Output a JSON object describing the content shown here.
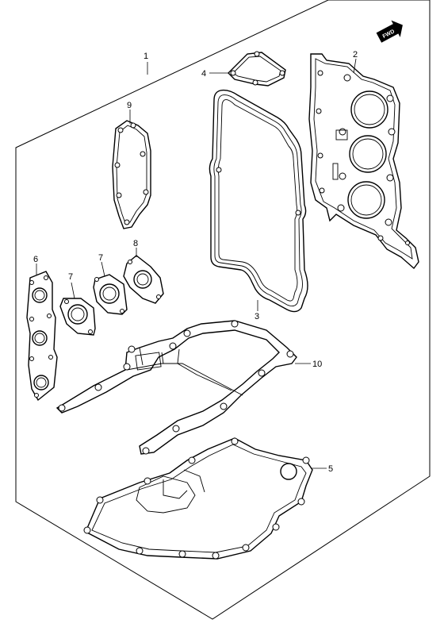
{
  "fwd_label": "FWD",
  "callouts": {
    "c1": "1",
    "c2": "2",
    "c3": "3",
    "c4": "4",
    "c5": "5",
    "c6": "6",
    "c7": "7",
    "c7b": "7",
    "c8": "8",
    "c9": "9",
    "c10": "10"
  }
}
